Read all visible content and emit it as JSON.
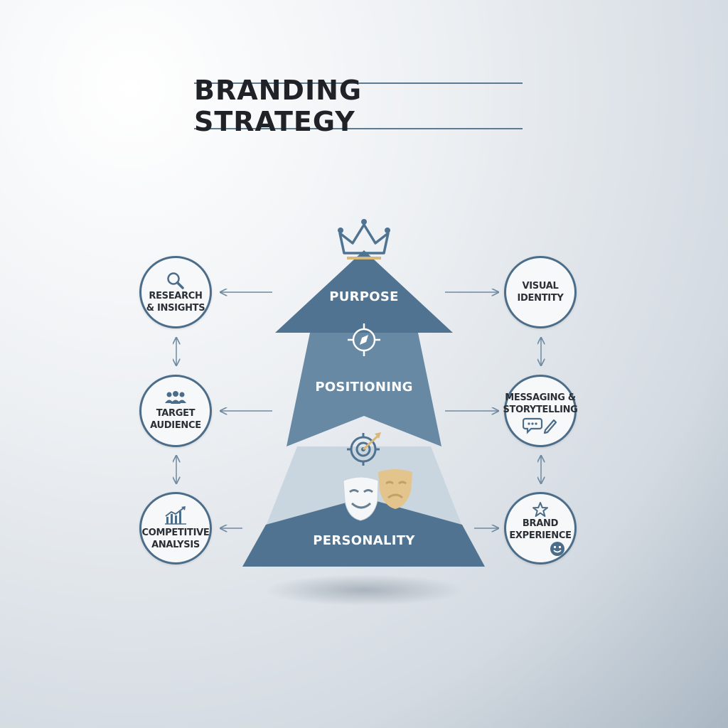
{
  "title": "BRANDING STRATEGY",
  "pyramid": {
    "tiers": [
      {
        "label": "PURPOSE",
        "icon": "crown-icon"
      },
      {
        "label": "POSITIONING",
        "icon": "compass-icon"
      },
      {
        "label": "PERSONALITY",
        "icon": "theater-masks-icon"
      }
    ],
    "extra_icon": "target-icon"
  },
  "left_nodes": [
    {
      "label": "RESEARCH\n& INSIGHTS",
      "icon": "magnifier-icon"
    },
    {
      "label": "TARGET\nAUDIENCE",
      "icon": "people-icon"
    },
    {
      "label": "COMPETITIVE\nANALYSIS",
      "icon": "growth-chart-icon"
    }
  ],
  "right_nodes": [
    {
      "label": "VISUAL\nIDENTITY",
      "icon": ""
    },
    {
      "label": "MESSAGING &\nSTORYTELLING",
      "icon": "chat-pencil-icon"
    },
    {
      "label": "BRAND\nEXPERIENCE",
      "icon": "star-smiley-icon"
    }
  ],
  "colors": {
    "accent": "#4b6d89",
    "tier_dark": "#4f7390",
    "tier_mid": "#6789a4",
    "gold": "#d9b978"
  }
}
